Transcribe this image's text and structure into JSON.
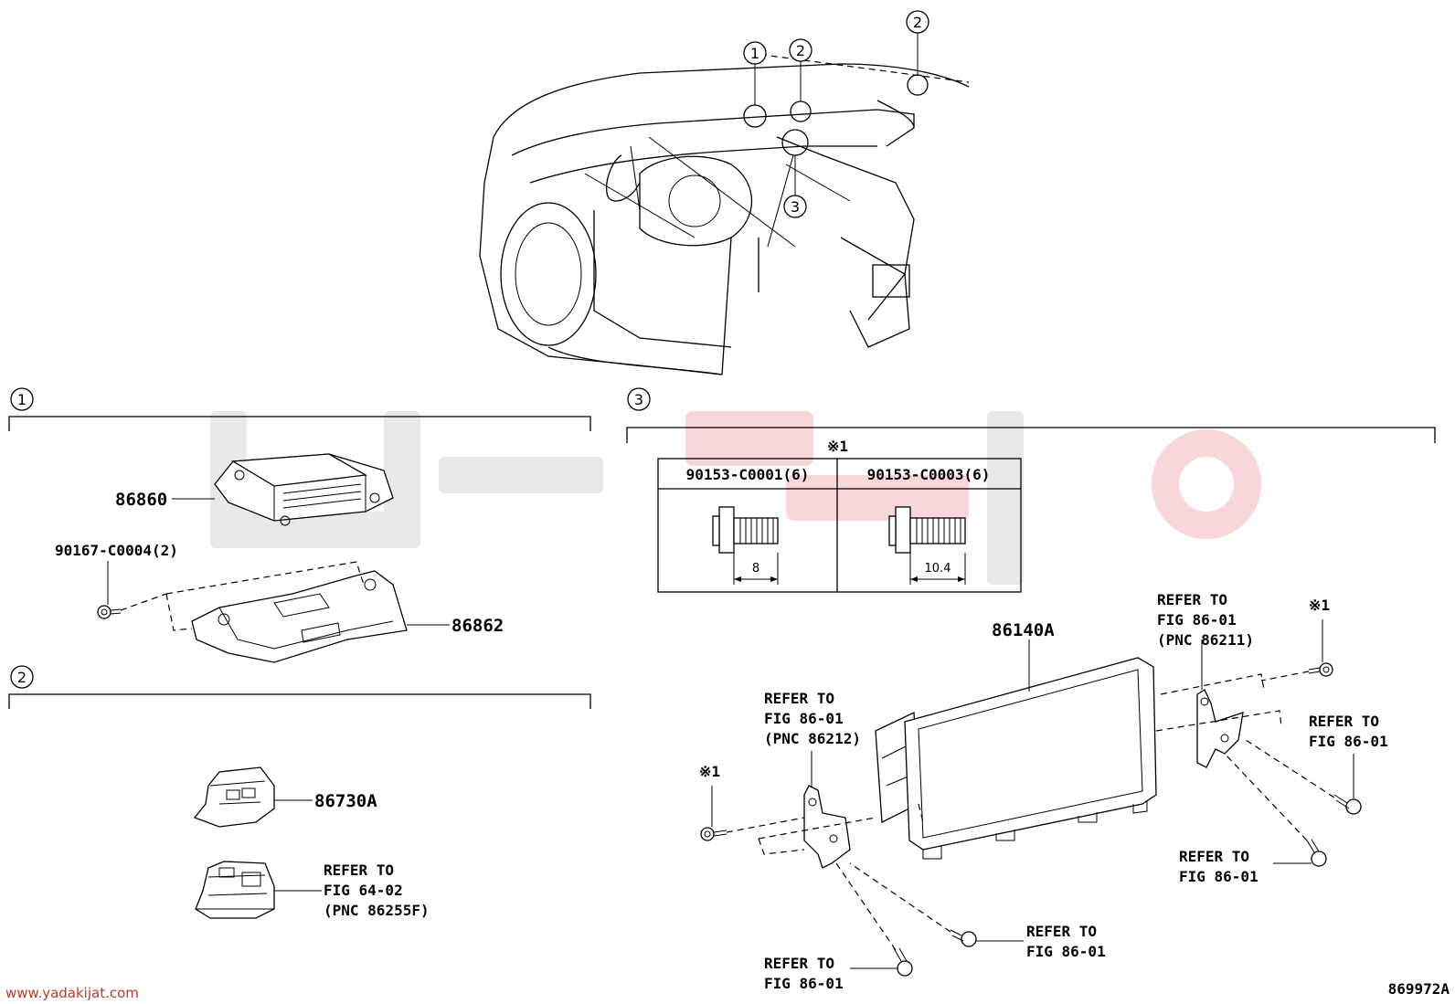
{
  "diagram": {
    "figure_code": "869972A",
    "website": "www.yadakijat.com",
    "callouts_overview": [
      "1",
      "2",
      "2",
      "3"
    ],
    "sections": [
      {
        "marker": "1",
        "parts": [
          {
            "number": "86860"
          },
          {
            "number": "90167-C0004(2)"
          },
          {
            "number": "86862"
          }
        ]
      },
      {
        "marker": "2",
        "parts": [
          {
            "number": "86730A"
          },
          {
            "ref_line1": "REFER TO",
            "ref_line2": "FIG 64-02",
            "ref_line3": "(PNC 86255F)"
          }
        ]
      },
      {
        "marker": "3",
        "note_mark": "※1",
        "bolt_table": {
          "columns": [
            "90153-C0001(6)",
            "90153-C0003(6)"
          ],
          "lengths": [
            "8",
            "10.4"
          ]
        },
        "parts": [
          {
            "number": "86140A"
          },
          {
            "ref_line1": "REFER TO",
            "ref_line2": "FIG 86-01",
            "ref_line3": "(PNC 86211)"
          },
          {
            "ref_line1": "REFER TO",
            "ref_line2": "FIG 86-01",
            "ref_line3": "(PNC 86212)"
          },
          {
            "ref_line1": "REFER TO",
            "ref_line2": "FIG 86-01"
          },
          {
            "ref_line1": "REFER TO",
            "ref_line2": "FIG 86-01"
          },
          {
            "ref_line1": "REFER TO",
            "ref_line2": "FIG 86-01"
          },
          {
            "ref_line1": "REFER TO",
            "ref_line2": "FIG 86-01"
          }
        ],
        "fastener_marks": [
          "※1",
          "※1"
        ]
      }
    ]
  }
}
